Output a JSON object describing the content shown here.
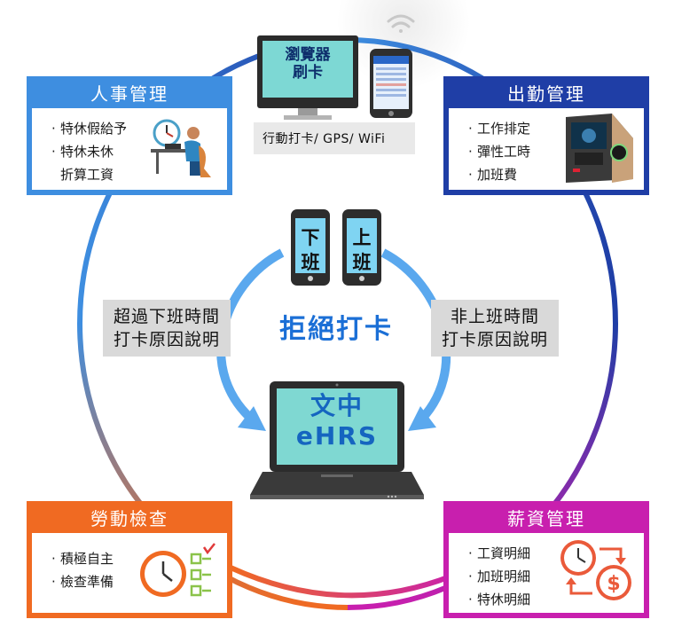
{
  "colors": {
    "hr": "#3e8ee0",
    "attendance": "#1f3ea6",
    "labor": "#f06a22",
    "payroll": "#c81fae",
    "accent_blue": "#1b6fd6",
    "arrow_blue": "#5aa8ee"
  },
  "hr": {
    "title": "人事管理",
    "items": [
      "特休假給予",
      "特休未休",
      "折算工資"
    ],
    "icon": "clock-desk-worker-icon"
  },
  "attendance": {
    "title": "出勤管理",
    "items": [
      "工作排定",
      "彈性工時",
      "加班費"
    ],
    "icon": "face-fingerprint-terminal-icon"
  },
  "labor": {
    "title": "勞動檢查",
    "items": [
      "積極自主",
      "檢查準備"
    ],
    "icon": "clock-checklist-icon"
  },
  "payroll": {
    "title": "薪資管理",
    "items": [
      "工資明細",
      "加班明細",
      "特休明細"
    ],
    "icon": "clock-dollar-icon"
  },
  "top": {
    "monitor_text_1": "瀏覽器",
    "monitor_text_2": "刷卡",
    "caption": "行動打卡/ GPS/ WiFi",
    "icon": "wifi-icon"
  },
  "center": {
    "phone_left": [
      "下",
      "班"
    ],
    "phone_right": [
      "上",
      "班"
    ],
    "title": "拒絕打卡",
    "left_label": [
      "超過下班時間",
      "打卡原因說明"
    ],
    "right_label": [
      "非上班時間",
      "打卡原因說明"
    ],
    "laptop_line1": "文中",
    "laptop_line2": "eHRS"
  }
}
